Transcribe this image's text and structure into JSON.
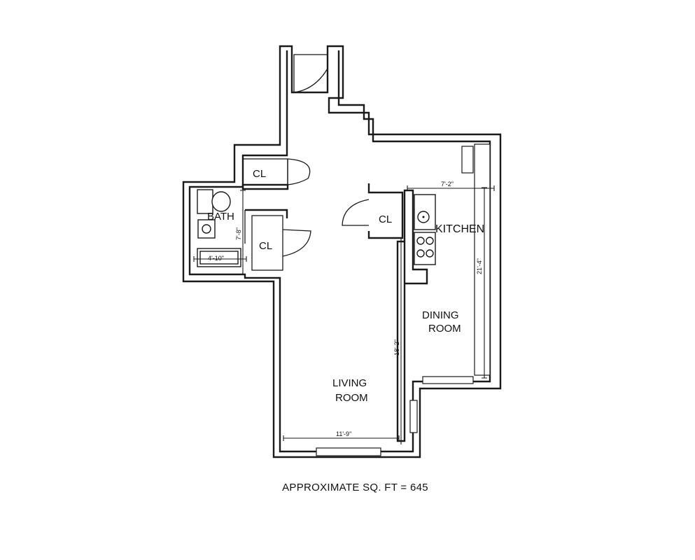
{
  "rooms": {
    "closet_top": "CL",
    "bath": "BATH",
    "closet_hall": "CL",
    "closet_right": "CL",
    "kitchen": "KITCHEN",
    "dining_line1": "DINING",
    "dining_line2": "ROOM",
    "living_line1": "LIVING",
    "living_line2": "ROOM"
  },
  "dimensions": {
    "bath_height": "7'-8\"",
    "bath_width": "4'-10\"",
    "kitchen_width": "7'-2\"",
    "kitchen_height": "21'-4\"",
    "living_height": "18'-2\"",
    "living_width": "11'-9\""
  },
  "footer": {
    "area_label": "APPROXIMATE SQ. FT  = 645"
  }
}
